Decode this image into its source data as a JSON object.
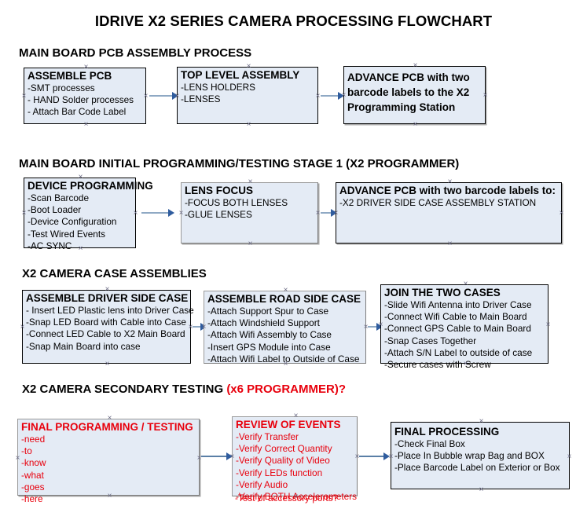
{
  "document": {
    "title": "IDRIVE X2  SERIES CAMERA PROCESSING FLOWCHART",
    "accent_color": "#e8000d",
    "box_fill": "#e4ebf5",
    "arrow_color": "#8fa9c4"
  },
  "sections": [
    {
      "header": "MAIN BOARD PCB ASSEMBLY PROCESS",
      "header_accent": "",
      "boxes": [
        {
          "title": "ASSEMBLE PCB",
          "lines": [
            "-SMT processes",
            "- HAND Solder processes",
            "- Attach Bar Code Label"
          ]
        },
        {
          "title": "TOP LEVEL ASSEMBLY",
          "lines": [
            "-LENS HOLDERS",
            "-LENSES"
          ]
        },
        {
          "title": "ADVANCE PCB with two barcode labels to the  X2 Programming Station",
          "lines": []
        }
      ]
    },
    {
      "header": "MAIN BOARD INITIAL PROGRAMMING/TESTING STAGE 1 (X2 PROGRAMMER)",
      "header_accent": "",
      "boxes": [
        {
          "title": "DEVICE PROGRAMMING",
          "lines": [
            "-Scan Barcode",
            "-Boot Loader",
            "-Device Configuration",
            "-Test Wired Events",
            "-AC SYNC"
          ]
        },
        {
          "title": "LENS FOCUS",
          "lines": [
            "-FOCUS BOTH LENSES",
            "-GLUE LENSES"
          ]
        },
        {
          "title": "ADVANCE PCB with two barcode labels to:",
          "lines": [
            "-X2 DRIVER  SIDE  CASE  ASSEMBLY STATION"
          ]
        }
      ]
    },
    {
      "header": "X2 CAMERA CASE ASSEMBLIES",
      "header_accent": "",
      "boxes": [
        {
          "title": "ASSEMBLE DRIVER SIDE CASE",
          "lines": [
            "- Insert LED Plastic lens into Driver Case",
            "-Snap LED Board with Cable into Case",
            "-Connect LED Cable to X2 Main Board",
            "-Snap Main Board into case"
          ]
        },
        {
          "title": "ASSEMBLE ROAD SIDE CASE",
          "lines": [
            "-Attach Support Spur to Case",
            "-Attach Windshield Support",
            "-Attach Wifi Assembly to Case",
            "-Insert GPS Module into Case",
            "-Attach Wifi Label to Outside of Case"
          ]
        },
        {
          "title": "JOIN THE TWO CASES",
          "lines": [
            "-Slide Wifi Antenna into Driver Case",
            "-Connect Wifi Cable to Main Board",
            "-Connect GPS Cable to Main Board",
            "-Snap Cases Together",
            "-Attach S/N Label to outside of case",
            "-Secure cases with Screw"
          ]
        }
      ]
    },
    {
      "header": "X2 CAMERA SECONDARY TESTING ",
      "header_accent": "(x6 PROGRAMMER)?",
      "boxes": [
        {
          "title": "FINAL PROGRAMMING / TESTING",
          "lines": [
            "-need",
            "-to",
            "-know",
            "-what",
            "-goes",
            "-here"
          ]
        },
        {
          "title": "REVIEW OF EVENTS",
          "lines": [
            "-Verify Transfer",
            "-Verify Correct Quantity",
            "-Verify Quality of Video",
            "-Verify LEDs function",
            "-Verify Audio",
            "-Verify BOTH Accelerometers"
          ],
          "overflow_line": "-Test of accessory ports?"
        },
        {
          "title": "FINAL PROCESSING",
          "lines": [
            " -Check Final Box",
            "-Place In Bubble wrap Bag and BOX",
            "-Place Barcode Label on Exterior or Box"
          ]
        }
      ]
    }
  ]
}
